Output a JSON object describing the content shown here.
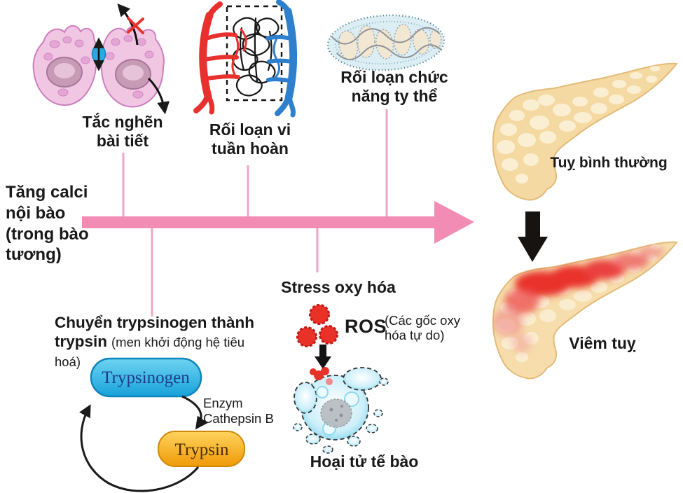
{
  "colors": {
    "pink_arrow": "#F28CB4",
    "pink_connector": "#F2A6C6",
    "ros_red": "#EA3128",
    "trypsinogen_blue": "#29B0E4",
    "trypsin_orange": "#F5A71B",
    "pancreas_cream": "#F5D9A2",
    "inflamed_red": "#E8302A",
    "cell_pink": "#F1C6E3",
    "mitochondria_blue": "#DCEDF4"
  },
  "causes": {
    "obstruction": {
      "line1": "Tắc nghẽn",
      "line2": "bài tiết"
    },
    "microcirculation": {
      "line1": "Rối loạn vi",
      "line2": "tuần hoàn"
    },
    "mitochondria": {
      "line1": "Rối loạn chức",
      "line2": "năng ty thể"
    }
  },
  "trigger": {
    "lines": [
      "Tăng calci",
      "nội bào",
      "(trong bào",
      "tương)"
    ]
  },
  "oxidative": {
    "title": "Stress oxy hóa",
    "ros_label": "ROS",
    "ros_note": "(Các gốc oxy hóa tự do)",
    "necrosis_label": "Hoại tử tế bào"
  },
  "trypsin_pathway": {
    "heading_main": "Chuyển trypsinogen thành",
    "heading_bold2": "trypsin",
    "heading_note": "(men khởi động hệ tiêu hoá)",
    "trypsinogen_label": "Trypsinogen",
    "trypsin_label": "Trypsin",
    "enzyme_label": "Enzym Cathepsin B"
  },
  "pancreas": {
    "normal_label": "Tuỵ bình thường",
    "inflamed_label": "Viêm tuỵ"
  }
}
